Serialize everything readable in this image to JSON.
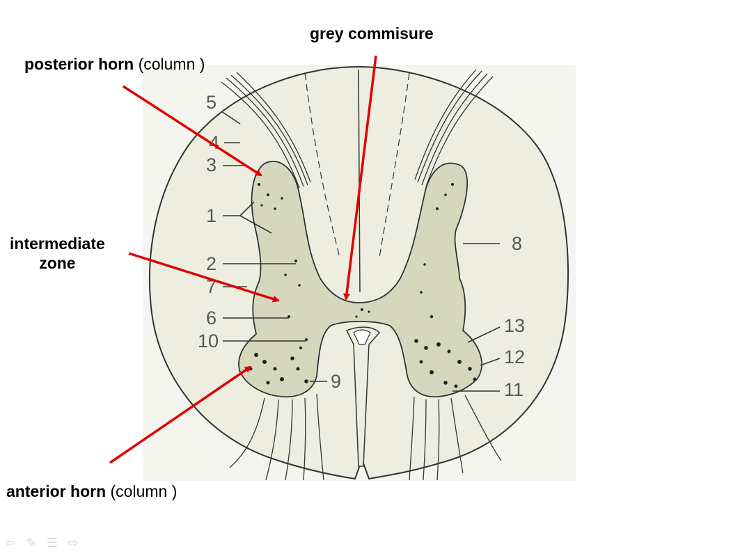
{
  "labels": {
    "grey_commisure": "grey commisure",
    "posterior_horn_bold": "posterior horn",
    "posterior_horn_rest": "(column )",
    "intermediate_line1": "intermediate",
    "intermediate_line2": "zone",
    "anterior_horn_bold": "anterior horn",
    "anterior_horn_rest": "(column )"
  },
  "diagram_numbers": [
    "1",
    "2",
    "3",
    "4",
    "5",
    "6",
    "7",
    "8",
    "9",
    "10",
    "11",
    "12",
    "13"
  ],
  "colors": {
    "arrow": "#e00000",
    "grey_matter": "#d6d8be",
    "white_matter": "#edeee0",
    "panel_bg": "#f3f5ee",
    "outline": "#333333"
  },
  "nav_icons": [
    "prev-arrow-icon",
    "pen-icon",
    "menu-icon",
    "next-arrow-icon"
  ]
}
